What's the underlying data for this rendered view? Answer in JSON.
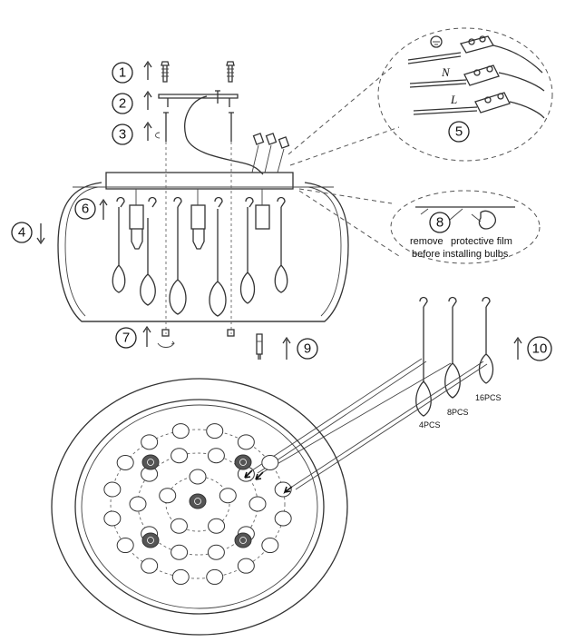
{
  "steps": [
    "1",
    "2",
    "3",
    "4",
    "5",
    "6",
    "7",
    "8",
    "9",
    "10"
  ],
  "callout_8": {
    "line1_a": "remove",
    "line1_b": "protective film",
    "line2": "before installing bulbs"
  },
  "wires": {
    "n": "N",
    "l": "L"
  },
  "pendant_counts": [
    "4PCS",
    "8PCS",
    "16PCS"
  ]
}
